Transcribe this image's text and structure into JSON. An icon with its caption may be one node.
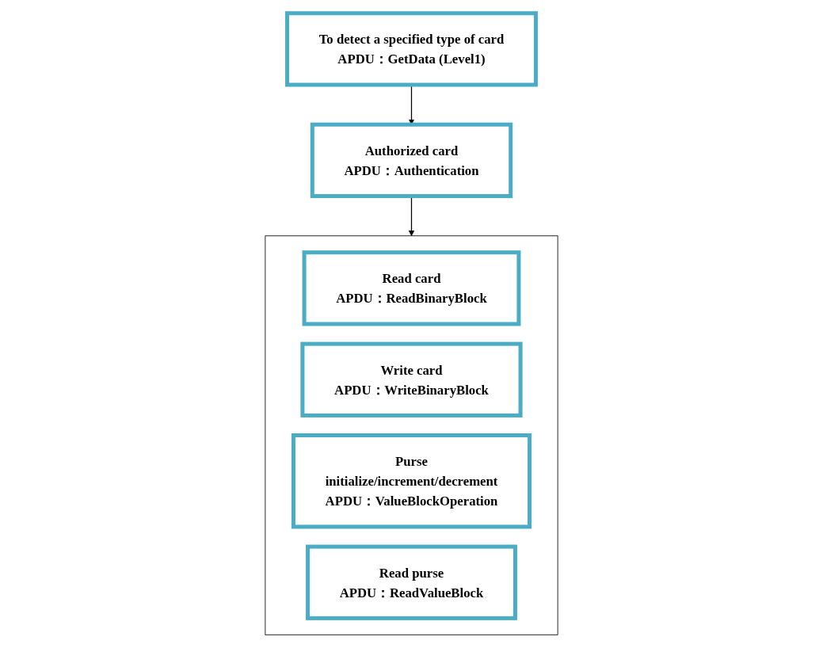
{
  "diagram": {
    "nodes": [
      {
        "text": [
          "To detect a specified type of card",
          "APDU：GetData (Level1)"
        ]
      },
      {
        "text": [
          "Authorized card",
          "APDU：Authentication"
        ]
      },
      {
        "text": [],
        "shape": "box"
      },
      {
        "text": [
          "Read card",
          "APDU：ReadBinaryBlock"
        ],
        "in": 2
      },
      {
        "text": [
          "Write card",
          "APDU：WriteBinaryBlock"
        ],
        "in": 2
      },
      {
        "text": [
          "Purse",
          "initialize/increment/decrement",
          "APDU：ValueBlockOperation"
        ],
        "in": 2
      },
      {
        "text": [
          "Read purse",
          "APDU：ReadValueBlock"
        ],
        "in": 2
      }
    ],
    "edges": [
      {
        "from": 0,
        "to": 1,
        "arrow": "to"
      },
      {
        "from": 1,
        "to": 2,
        "arrow": "to"
      }
    ]
  }
}
